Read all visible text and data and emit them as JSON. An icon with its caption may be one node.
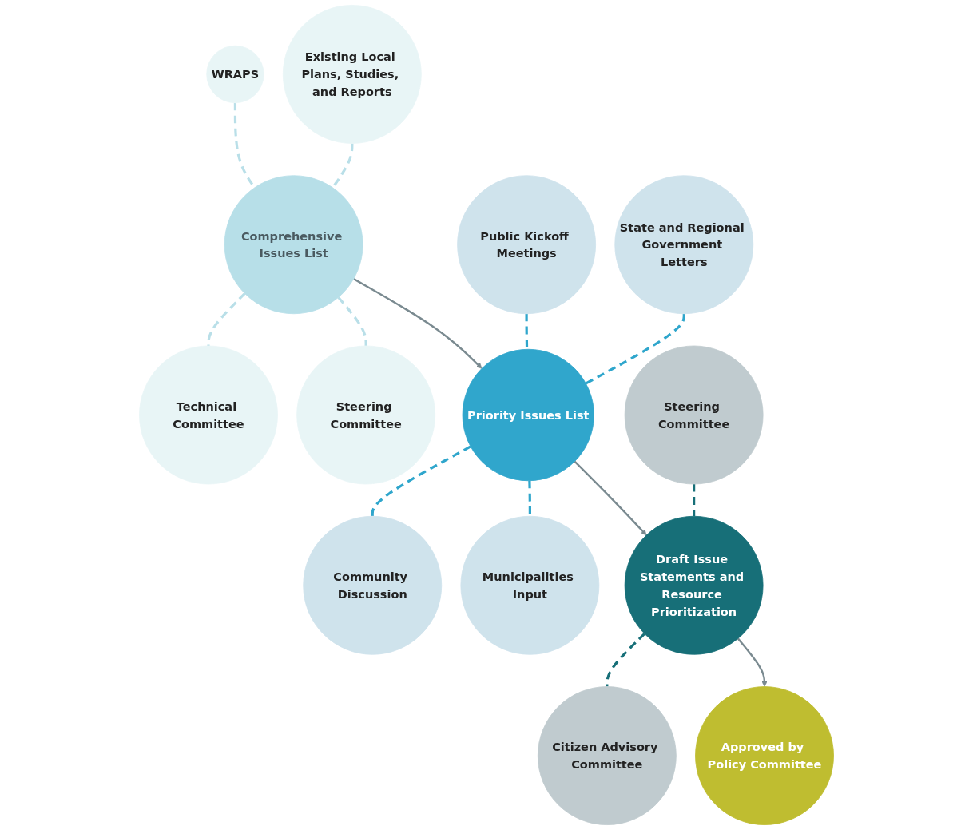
{
  "diagram": {
    "nodes": [
      {
        "text": [
          "WRAPS"
        ]
      },
      {
        "text": [
          "Comprehensive Issues List"
        ]
      },
      {
        "text": [
          "Technical Committee"
        ]
      },
      {
        "text": [
          "Existing Local Plans, Studies, and Reports"
        ]
      },
      {
        "text": [
          "Steering Committee"
        ]
      },
      {
        "text": [
          "Public Kickoff Meetings"
        ]
      },
      {
        "text": [
          "Priority Issues List"
        ]
      },
      {
        "text": [
          "Community Discussion"
        ]
      },
      {
        "text": [
          "State and Regional Government Letters"
        ]
      },
      {
        "text": [
          "Municipalities Input"
        ]
      },
      {
        "text": [
          "Steering Committee"
        ]
      },
      {
        "text": [
          "Draft Issue Statements and Resource Prioritization"
        ]
      },
      {
        "text": [
          "Citizen Advisory Committee"
        ]
      },
      {
        "text": [
          "Approved by Policy Committee"
        ]
      }
    ],
    "edges": [
      {
        "from": 0,
        "to": 1,
        "arrow": "none",
        "style": "dashed",
        "color": "#b9dfe8"
      },
      {
        "from": 1,
        "to": 2,
        "arrow": "none",
        "style": "dashed",
        "color": "#b9dfe8"
      },
      {
        "from": 3,
        "to": 1,
        "arrow": "none",
        "style": "dashed",
        "color": "#b9dfe8"
      },
      {
        "from": 1,
        "to": 4,
        "arrow": "none",
        "style": "dashed",
        "color": "#b9dfe8"
      },
      {
        "from": 1,
        "to": 6,
        "arrow": "to"
      },
      {
        "from": 5,
        "to": 6,
        "arrow": "none",
        "style": "dashed",
        "color": "#2fa6cc"
      },
      {
        "from": 6,
        "to": 7,
        "arrow": "none",
        "style": "dashed",
        "color": "#2fa6cc"
      },
      {
        "from": 8,
        "to": 6,
        "arrow": "none",
        "style": "dashed",
        "color": "#2fa6cc"
      },
      {
        "from": 6,
        "to": 9,
        "arrow": "none",
        "style": "dashed",
        "color": "#2fa6cc"
      },
      {
        "from": 6,
        "to": 11,
        "arrow": "to"
      },
      {
        "from": 10,
        "to": 11,
        "arrow": "none",
        "style": "dashed",
        "color": "#176f78"
      },
      {
        "from": 11,
        "to": 12,
        "arrow": "none",
        "style": "dashed",
        "color": "#176f78"
      },
      {
        "from": 11,
        "to": 13,
        "arrow": "to"
      }
    ]
  }
}
